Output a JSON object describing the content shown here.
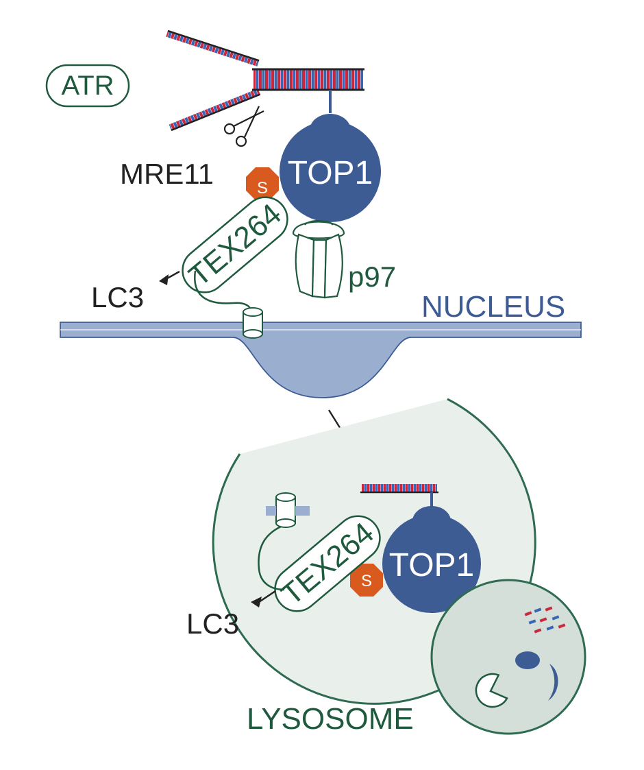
{
  "labels": {
    "atr": "ATR",
    "mre11": "MRE11",
    "top1_upper": "TOP1",
    "s_upper": "S",
    "tex264_upper": "TEX264",
    "p97": "p97",
    "lc3_upper": "LC3",
    "nucleus": "NUCLEUS",
    "tex264_lower": "TEX264",
    "top1_lower": "TOP1",
    "s_lower": "S",
    "lc3_lower": "LC3",
    "lysosome": "LYSOSOME"
  },
  "colors": {
    "top1_blue": "#3e5c94",
    "nucleus_blue": "#9aaed0",
    "nucleus_text": "#3e5c94",
    "green_dark": "#1f5a3e",
    "sumo_orange": "#d95a1e",
    "dna_red": "#c8283c",
    "dna_blue": "#3a64b4",
    "vesicle_fill": "#e9efeb",
    "lysosome_fill": "#d3dfd8"
  }
}
